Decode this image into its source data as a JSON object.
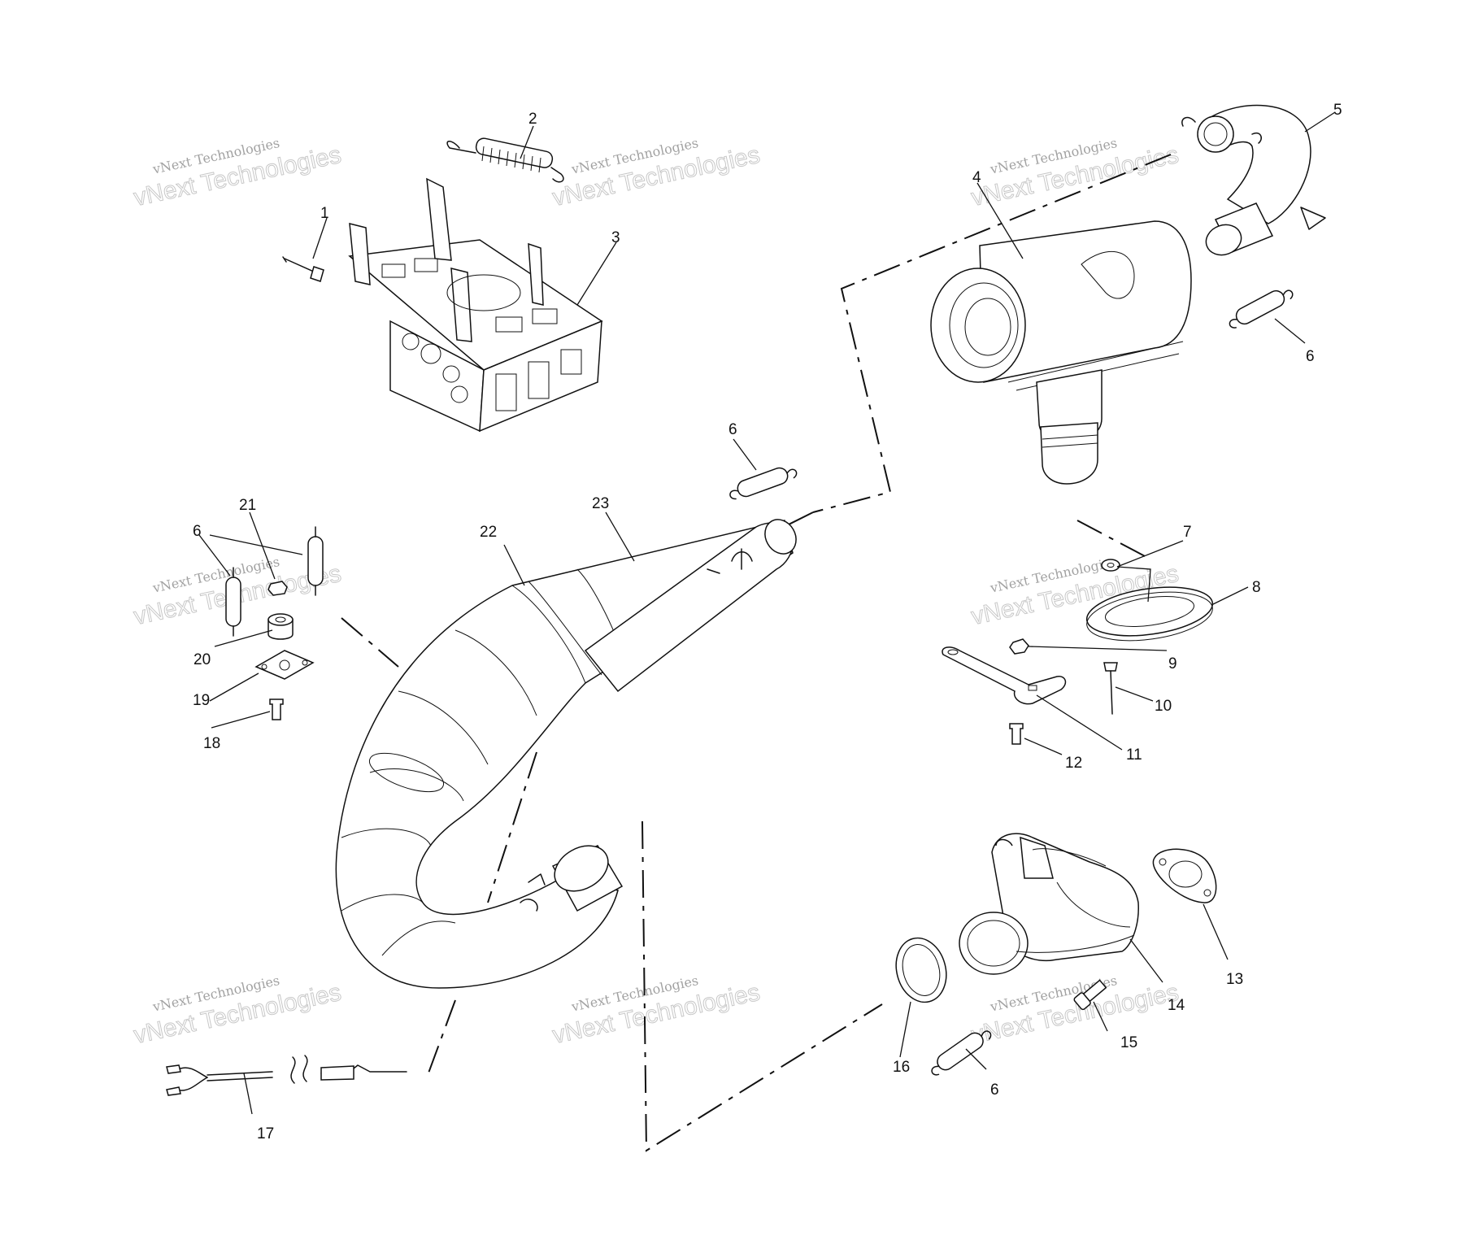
{
  "callouts": [
    {
      "id": "c1",
      "label": "1"
    },
    {
      "id": "c2",
      "label": "2"
    },
    {
      "id": "c3",
      "label": "3"
    },
    {
      "id": "c4",
      "label": "4"
    },
    {
      "id": "c5",
      "label": "5"
    },
    {
      "id": "c6a",
      "label": "6"
    },
    {
      "id": "c6b",
      "label": "6"
    },
    {
      "id": "c6c",
      "label": "6"
    },
    {
      "id": "c6d",
      "label": "6"
    },
    {
      "id": "c7",
      "label": "7"
    },
    {
      "id": "c8",
      "label": "8"
    },
    {
      "id": "c9",
      "label": "9"
    },
    {
      "id": "c10",
      "label": "10"
    },
    {
      "id": "c11",
      "label": "11"
    },
    {
      "id": "c12",
      "label": "12"
    },
    {
      "id": "c13",
      "label": "13"
    },
    {
      "id": "c14",
      "label": "14"
    },
    {
      "id": "c15",
      "label": "15"
    },
    {
      "id": "c16",
      "label": "16"
    },
    {
      "id": "c17",
      "label": "17"
    },
    {
      "id": "c18",
      "label": "18"
    },
    {
      "id": "c19",
      "label": "19"
    },
    {
      "id": "c20",
      "label": "20"
    },
    {
      "id": "c21",
      "label": "21"
    },
    {
      "id": "c22",
      "label": "22"
    },
    {
      "id": "c23",
      "label": "23"
    }
  ],
  "watermark": {
    "small_text": "vNext Technologies",
    "large_text": "vNext Technologies"
  }
}
